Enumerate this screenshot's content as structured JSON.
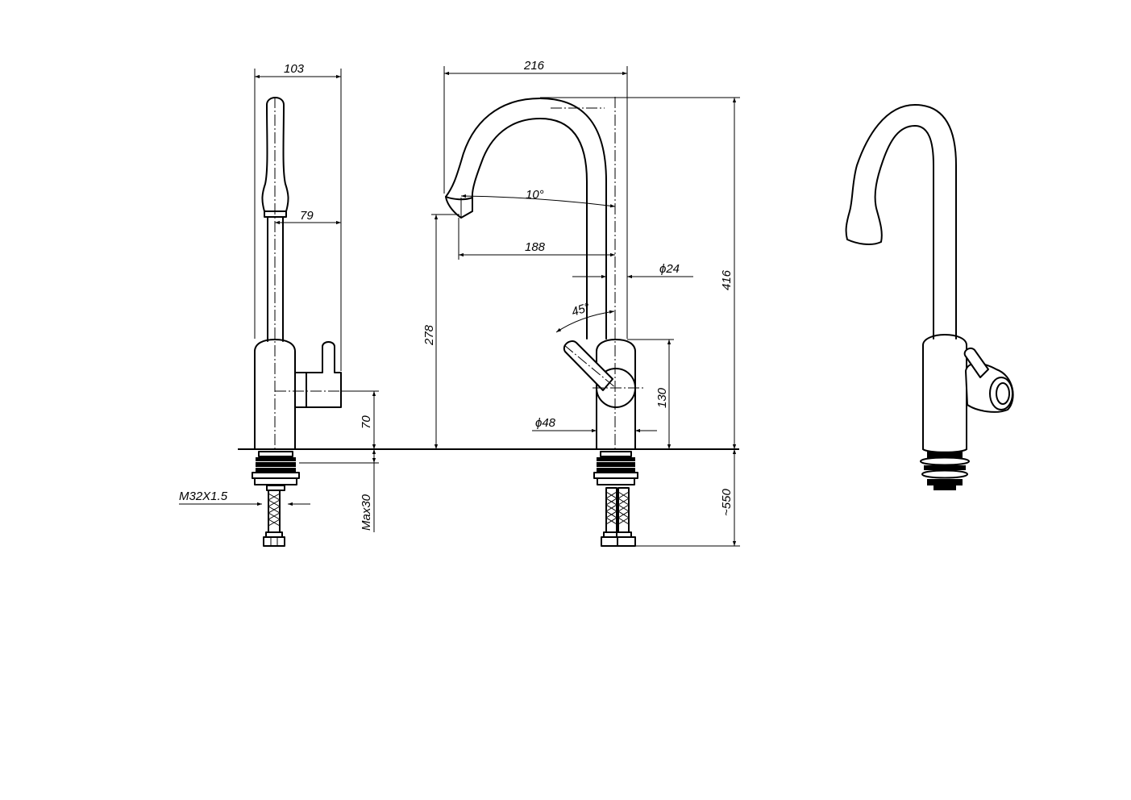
{
  "dimensions": {
    "side_width": "103",
    "side_handle_offset": "79",
    "side_base_height": "70",
    "side_thread": "M32X1.5",
    "side_mount_max": "Max30",
    "front_reach": "216",
    "front_spout_angle": "10°",
    "front_spout_reach": "188",
    "front_spout_diameter": "ϕ24",
    "front_handle_angle": "45°",
    "front_body_diameter": "ϕ48",
    "front_outlet_height": "278",
    "front_body_height": "130",
    "total_height": "416",
    "hose_length": "~550"
  },
  "views": [
    "side-view",
    "front-view",
    "perspective-view"
  ],
  "colors": {
    "line": "#000000",
    "background": "#ffffff"
  }
}
